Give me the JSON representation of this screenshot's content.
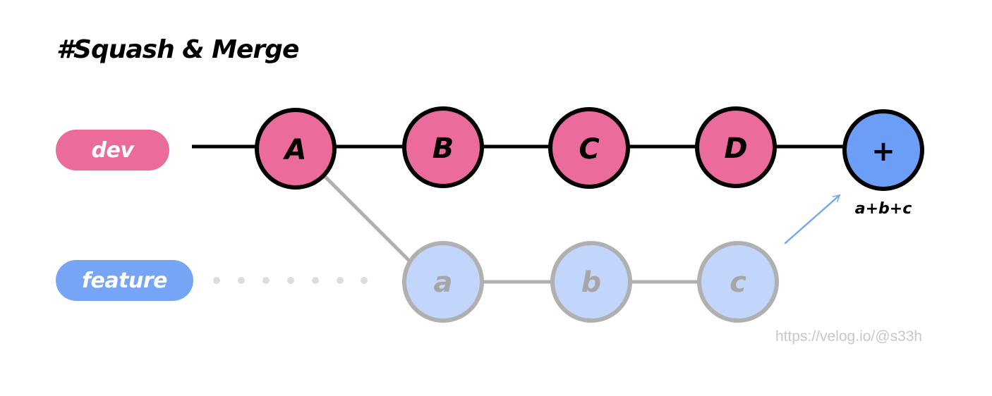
{
  "title": "#Squash & Merge",
  "colors": {
    "dev": "#eb6b9d",
    "feature": "#76a5f5",
    "feature_node_fill": "#c2d5fb",
    "feature_line": "#b0b0b0",
    "merge_node_fill": "#6c9ef8",
    "arrow": "#76a5f5",
    "dots": "#dddddd",
    "outline": "#000000",
    "watermark": "#c8c8c8"
  },
  "branches": {
    "dev": {
      "label": "dev",
      "commits": [
        "A",
        "B",
        "C",
        "D"
      ]
    },
    "feature": {
      "label": "feature",
      "commits": [
        "a",
        "b",
        "c"
      ]
    }
  },
  "merge": {
    "node_label": "+",
    "note": "a+b+c"
  },
  "watermark": "https://velog.io/@s33h"
}
